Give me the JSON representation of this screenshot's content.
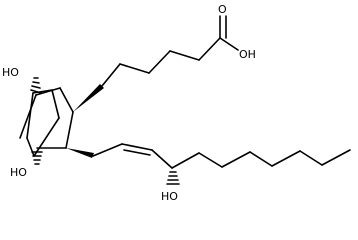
{
  "molecule": {
    "labels": {
      "ho_top_left": "HO",
      "ho_bottom_left": "HO",
      "ho_bottom": "HO",
      "carboxyl_oh": "OH",
      "carbonyl_o": "O"
    },
    "colors": {
      "bond": "#000000",
      "text": "#000000",
      "background": "#ffffff"
    }
  }
}
